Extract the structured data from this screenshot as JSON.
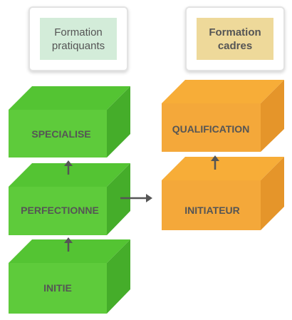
{
  "headers": {
    "pratiquants": "Formation\npratiquants",
    "cadres": "Formation\ncadres"
  },
  "boxes": {
    "specialise": "SPECIALISE",
    "perfectionne": "PERFECTIONNE",
    "initie": "INITIE",
    "qualification": "QUALIFICATION",
    "initiateur": "INITIATEUR"
  },
  "colors": {
    "green_front": "#5ecb3b",
    "green_top": "#54c433",
    "green_side": "#45ad2a",
    "orange_front": "#f4a83a",
    "orange_top": "#f7ad38",
    "orange_side": "#e5952a",
    "arrow": "#555555"
  }
}
